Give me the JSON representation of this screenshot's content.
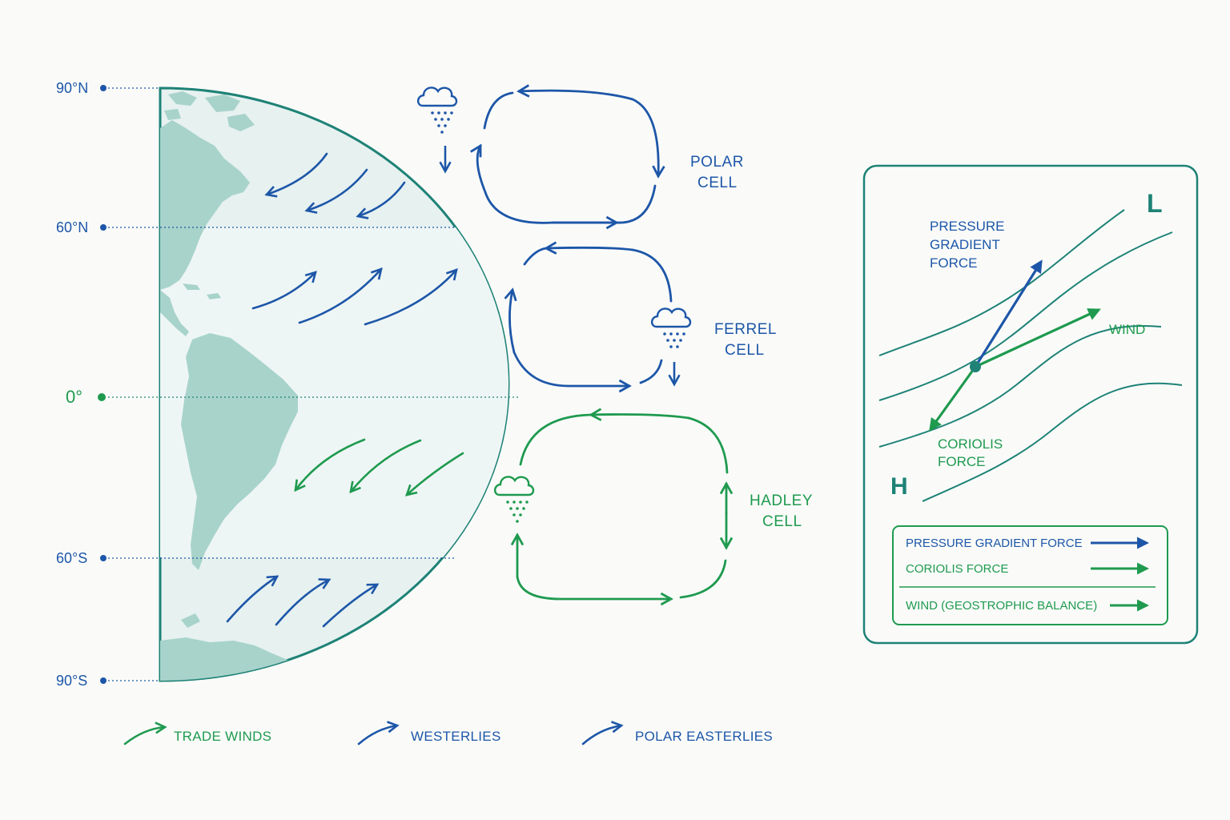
{
  "colors": {
    "blue": "#1d56a8",
    "green": "#1f9a4f",
    "teal": "#1e8276",
    "globe_fill": "#e6f1f0",
    "land": "#a8d3cb"
  },
  "latitudes": {
    "n90": "90°N",
    "n60": "60°N",
    "eq": "0°",
    "s60": "60°S",
    "s90": "90°S"
  },
  "cells": {
    "polar": {
      "line1": "POLAR",
      "line2": "CELL"
    },
    "ferrel": {
      "line1": "FERREL",
      "line2": "CELL"
    },
    "hadley": {
      "line1": "HADLEY",
      "line2": "CELL"
    }
  },
  "legend": {
    "trade": "TRADE WINDS",
    "westerlies": "WESTERLIES",
    "polar": "POLAR EASTERLIES"
  },
  "panel": {
    "low": "L",
    "high": "H",
    "pgf": [
      "PRESSURE",
      "GRADIENT",
      "FORCE"
    ],
    "wind": "WIND",
    "coriolis": [
      "CORIOLIS",
      "FORCE"
    ],
    "key": {
      "pgf": "PRESSURE GRADIENT FORCE",
      "coriolis": "CORIOLIS FORCE",
      "wind": "WIND (GEOSTROPHIC BALANCE)"
    }
  },
  "icons": {
    "rain_cloud": "rain-cloud-icon",
    "arrow": "arrow-icon"
  }
}
